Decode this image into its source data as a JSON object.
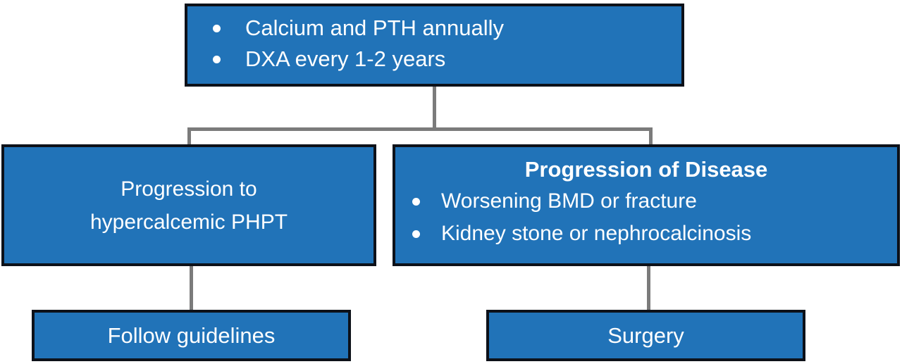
{
  "colors": {
    "box_fill": "#2173B8",
    "box_border": "#0D1119",
    "connector_gray": "#7B7B7B",
    "text": "#FFFFFF",
    "background": "#FFFFFF"
  },
  "diagram": {
    "monitoring_box": {
      "bullets": [
        "Calcium and PTH annually",
        "DXA every 1-2 years"
      ]
    },
    "left_branch_box": {
      "line1": "Progression to",
      "line2": "hypercalcemic PHPT"
    },
    "right_branch_box": {
      "title": "Progression of Disease",
      "bullets": [
        "Worsening BMD or fracture",
        "Kidney stone or nephrocalcinosis"
      ]
    },
    "left_outcome_box": {
      "label": "Follow guidelines"
    },
    "right_outcome_box": {
      "label": "Surgery"
    }
  }
}
